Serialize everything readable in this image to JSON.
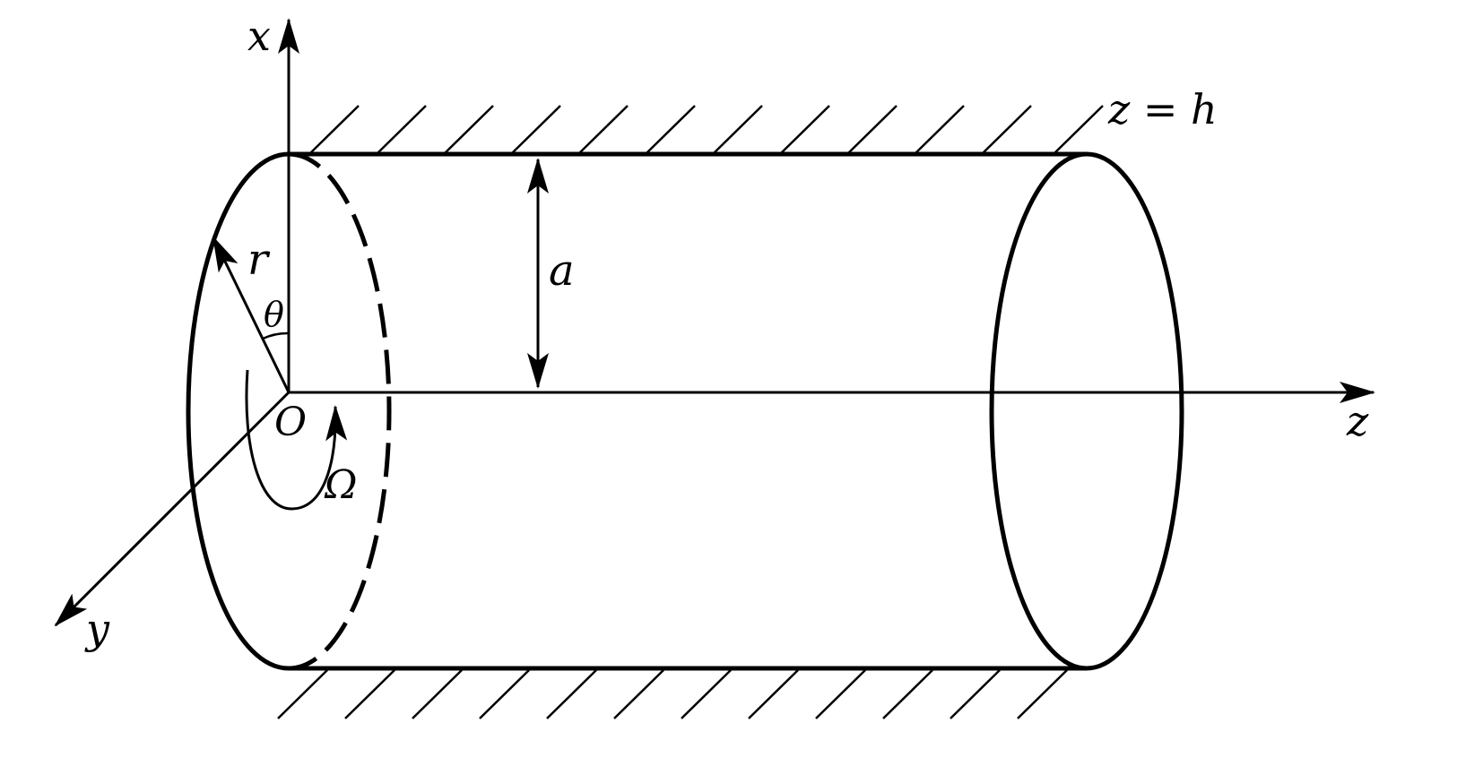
{
  "labels": {
    "x_axis": "x",
    "y_axis": "y",
    "z_axis": "z",
    "origin": "O",
    "radius": "r",
    "angle": "θ",
    "rotation": "Ω",
    "cylinder_radius": "a",
    "end_plane": "z = h"
  },
  "colors": {
    "stroke": "#000000",
    "background": "#ffffff"
  }
}
